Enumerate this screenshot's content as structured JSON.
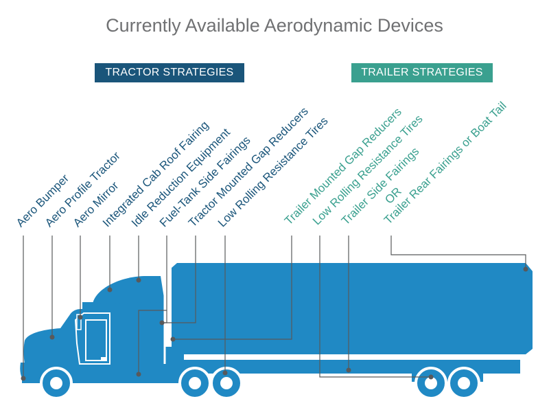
{
  "title": "Currently Available Aerodynamic Devices",
  "sections": {
    "tractor": {
      "heading": "TRACTOR STRATEGIES",
      "color": "#1a557a"
    },
    "trailer": {
      "heading": "TRAILER STRATEGIES",
      "color": "#3aa08f"
    }
  },
  "tractor_labels": [
    "Aero Bumper",
    "Aero Profile Tractor",
    "Aero Mirror",
    "Integrated Cab Roof Fairing",
    "Idle Reduction Equipment",
    "Fuel-Tank Side Fairings",
    "Tractor Mounted Gap Reducers",
    "Low Rolling Resistance Tires"
  ],
  "trailer_labels": [
    "Trailer Mounted Gap Reducers",
    "Low Rolling Resistance Tires",
    "Trailer Side Fairings"
  ],
  "trailer_or": "OR",
  "trailer_rear": "Trailer Rear Fairings or Boat Tail",
  "colors": {
    "truck": "#2089c4",
    "leader": "#58595b",
    "title": "#707173"
  }
}
